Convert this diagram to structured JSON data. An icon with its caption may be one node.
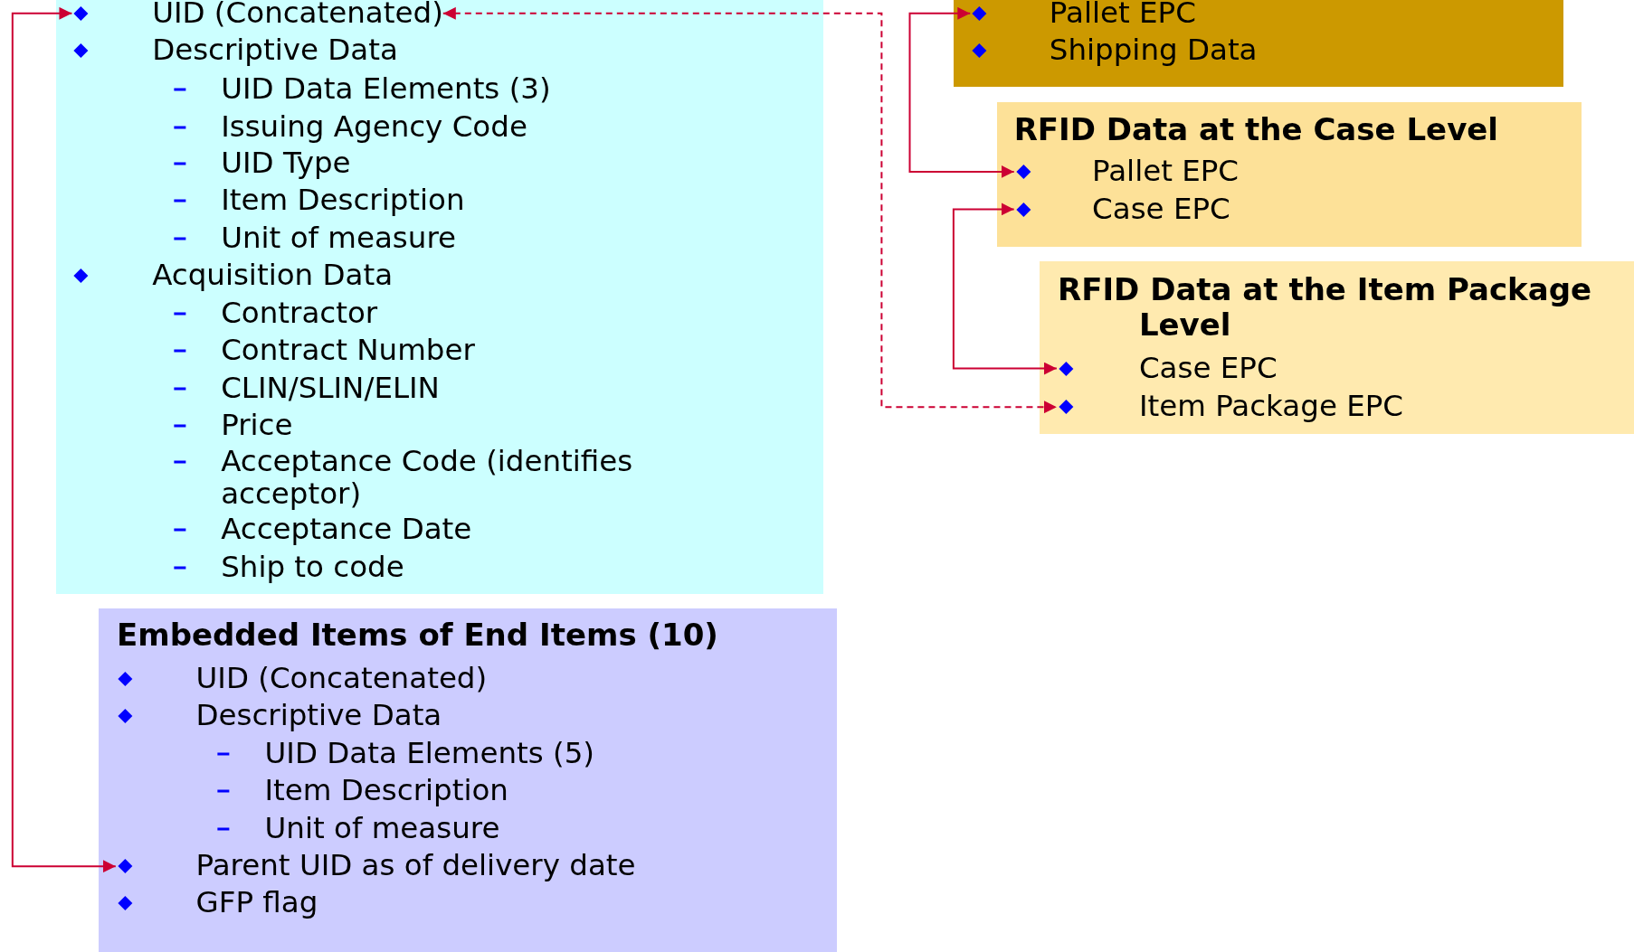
{
  "diagram": {
    "nodes": [
      {
        "text": [],
        "shape": "box"
      },
      {
        "text": [
          "UID (Concatenated)"
        ],
        "in": 0
      },
      {
        "text": [
          "Descriptive Data"
        ],
        "in": 0
      },
      {
        "text": [
          "UID Data Elements (3)"
        ],
        "in": 0
      },
      {
        "text": [
          "Issuing Agency Code"
        ],
        "in": 0
      },
      {
        "text": [
          "UID Type"
        ],
        "in": 0
      },
      {
        "text": [
          "Item Description"
        ],
        "in": 0
      },
      {
        "text": [
          "Unit of measure"
        ],
        "in": 0
      },
      {
        "text": [
          "Acquisition Data"
        ],
        "in": 0
      },
      {
        "text": [
          "Contractor"
        ],
        "in": 0
      },
      {
        "text": [
          "Contract Number"
        ],
        "in": 0
      },
      {
        "text": [
          "CLIN/SLIN/ELIN"
        ],
        "in": 0
      },
      {
        "text": [
          "Price"
        ],
        "in": 0
      },
      {
        "text": [
          "Acceptance Code (identifies acceptor)"
        ],
        "in": 0
      },
      {
        "text": [
          "Acceptance Date"
        ],
        "in": 0
      },
      {
        "text": [
          "Ship to code"
        ],
        "in": 0
      },
      {
        "text": [],
        "shape": "box"
      },
      {
        "text": [
          "Pallet EPC"
        ],
        "in": 16
      },
      {
        "text": [
          "Shipping Data"
        ],
        "in": 16
      },
      {
        "text": [
          "RFID Data at the Case Level"
        ]
      },
      {
        "text": [
          "Pallet EPC"
        ],
        "in": 19
      },
      {
        "text": [
          "Case EPC"
        ],
        "in": 19
      },
      {
        "text": [
          "RFID Data at the Item Package Level"
        ]
      },
      {
        "text": [
          "Case EPC"
        ],
        "in": 22
      },
      {
        "text": [
          "Item Package EPC"
        ],
        "in": 22
      },
      {
        "text": [
          "Embedded Items of End Items (10)"
        ]
      },
      {
        "text": [
          "UID (Concatenated)"
        ],
        "in": 25
      },
      {
        "text": [
          "Descriptive Data"
        ],
        "in": 25
      },
      {
        "text": [
          "UID Data Elements (5)"
        ],
        "in": 25
      },
      {
        "text": [
          "Item Description"
        ],
        "in": 25
      },
      {
        "text": [
          "Unit of measure"
        ],
        "in": 25
      },
      {
        "text": [
          "Parent UID as of delivery date"
        ],
        "in": 25
      },
      {
        "text": [
          "GFP flag"
        ],
        "in": 25
      }
    ],
    "edges": [
      {
        "from": 1,
        "to": 31,
        "arrow": "both"
      },
      {
        "from": 1,
        "to": 24,
        "arrow": "both",
        "style": "dashed"
      },
      {
        "from": 17,
        "to": 20,
        "arrow": "both"
      },
      {
        "from": 21,
        "to": 23,
        "arrow": "both"
      }
    ]
  }
}
